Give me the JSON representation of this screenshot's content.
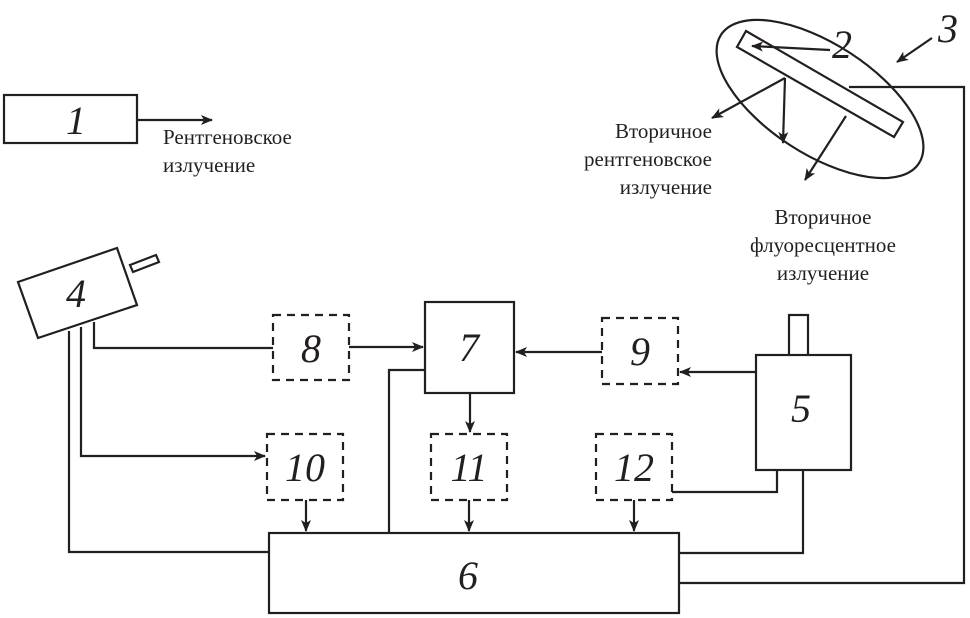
{
  "blocks": {
    "b1": "1",
    "b2": "2",
    "b3": "3",
    "b4": "4",
    "b5": "5",
    "b6": "6",
    "b7": "7",
    "b8": "8",
    "b9": "9",
    "b10": "10",
    "b11": "11",
    "b12": "12"
  },
  "labels": {
    "xray": [
      "Рентгеновское",
      "излучение"
    ],
    "secondary_xray": [
      "Вторичное",
      "рентгеновское",
      "излучение"
    ],
    "secondary_fluor": [
      "Вторичное",
      "флуоресцентное",
      "излучение"
    ]
  },
  "colors": {
    "line": "#231f20",
    "background": "#ffffff"
  }
}
